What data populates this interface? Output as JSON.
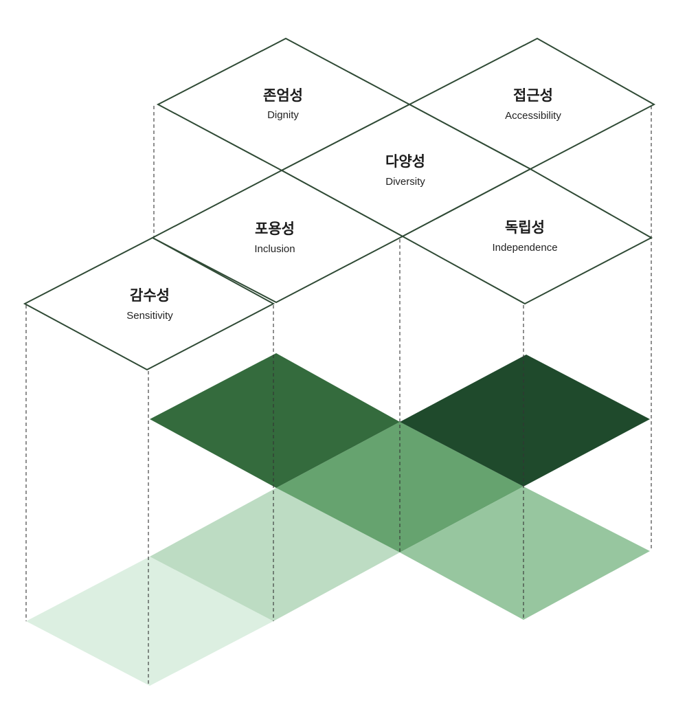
{
  "values": [
    {
      "id": "dignity",
      "korean": "존엄성",
      "english": "Dignity"
    },
    {
      "id": "accessibility",
      "korean": "접근성",
      "english": "Accessibility"
    },
    {
      "id": "diversity",
      "korean": "다양성",
      "english": "Diversity"
    },
    {
      "id": "inclusion",
      "korean": "포용성",
      "english": "Inclusion"
    },
    {
      "id": "independence",
      "korean": "독립성",
      "english": "Independence"
    },
    {
      "id": "sensitivity",
      "korean": "감수성",
      "english": "Sensitivity"
    }
  ],
  "colors": {
    "outline": "#2f4a35",
    "guide": "#333333",
    "darkest": "#1f4a2c",
    "dark": "#346b3d",
    "medium": "#66a36f",
    "light_medium": "#97c69f",
    "light": "#bddcc3",
    "lightest": "#dcefe1"
  }
}
